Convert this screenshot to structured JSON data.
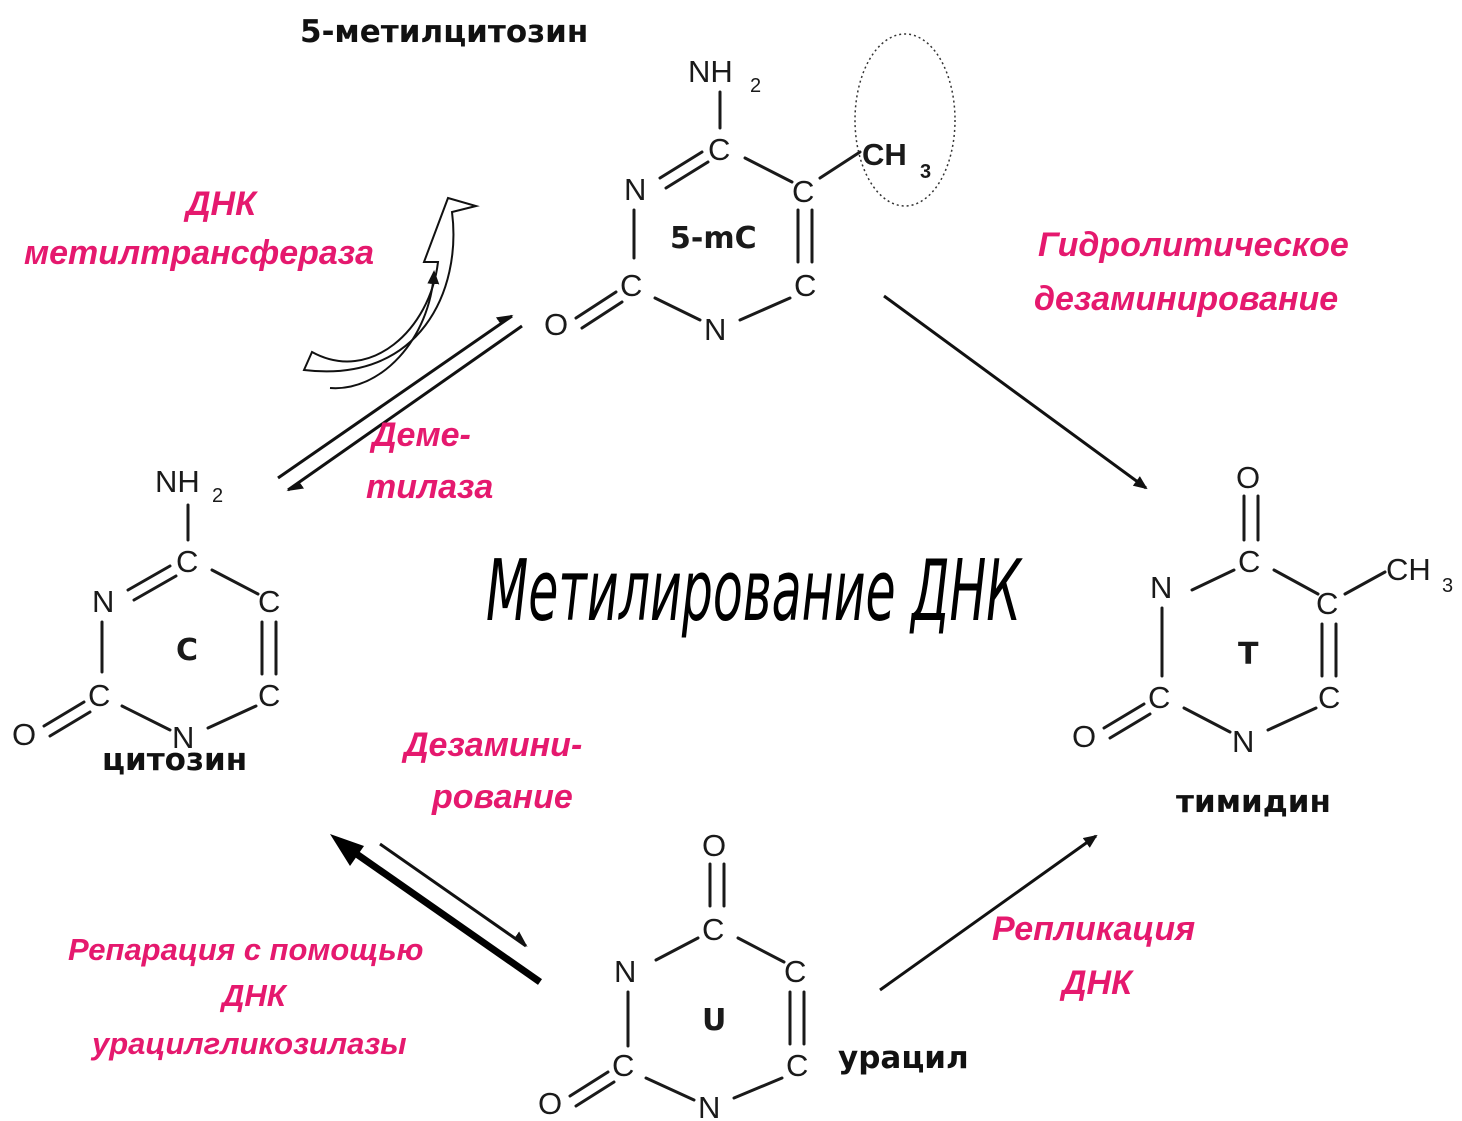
{
  "title": "Метилирование ДНК",
  "molecules": {
    "methylcytosine": {
      "name": "5-метилцитозин",
      "ring_label": "5-mC",
      "substituent_nh2": "NH",
      "substituent_ch3": "CH"
    },
    "cytosine": {
      "name": "цитозин",
      "ring_label": "C",
      "substituent_nh2": "NH"
    },
    "thymidine": {
      "name": "тимидин",
      "ring_label": "T",
      "substituent_ch3": "CH"
    },
    "uracil": {
      "name": "урацил",
      "ring_label": "U"
    }
  },
  "atoms": {
    "carbon": "C",
    "nitrogen": "N",
    "oxygen": "O",
    "subscript_2": "2",
    "subscript_3": "3"
  },
  "processes": {
    "methyltransferase": [
      "ДНК",
      "метилтрансфераза"
    ],
    "demethylase": [
      "Деме-",
      "тилаза"
    ],
    "hydrolytic_deamination": [
      "Гидролитическое",
      "дезаминирование"
    ],
    "deamination": [
      "Дезамини-",
      "рование"
    ],
    "repair": [
      "Репарация с помощью",
      "ДНК",
      "урацилгликозилазы"
    ],
    "replication": [
      "Репликация",
      "ДНК"
    ]
  },
  "colors": {
    "enzyme_text": "#e5196e",
    "structure": "#1a1a1a",
    "background": "#ffffff"
  }
}
